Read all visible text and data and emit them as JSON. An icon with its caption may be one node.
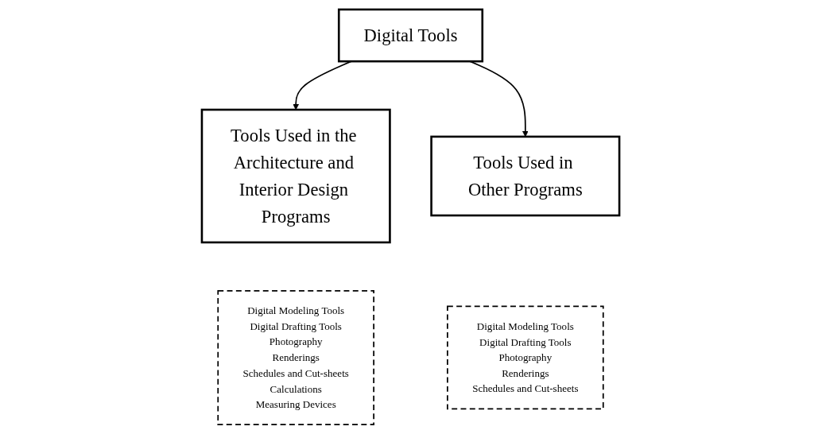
{
  "diagram": {
    "nodes": [
      {
        "text": [
          "Digital Tools"
        ]
      },
      {
        "text": [
          "Tools Used in the Architecture and Interior Design Programs"
        ]
      },
      {
        "text": [
          "Tools Used in Other Programs"
        ]
      },
      {
        "text": [
          "Digital Modeling Tools",
          "Digital Drafting Tools",
          "Photography",
          "Renderings",
          "Schedules and Cut-sheets",
          "Calculations",
          "Measuring Devices"
        ]
      },
      {
        "text": [
          "Digital Modeling Tools",
          "Digital Drafting Tools",
          "Photography",
          "Renderings",
          "Schedules and Cut-sheets"
        ]
      }
    ],
    "edges": [
      {
        "from": 0,
        "to": 1,
        "arrow": "to"
      },
      {
        "from": 0,
        "to": 2,
        "arrow": "to"
      }
    ]
  }
}
